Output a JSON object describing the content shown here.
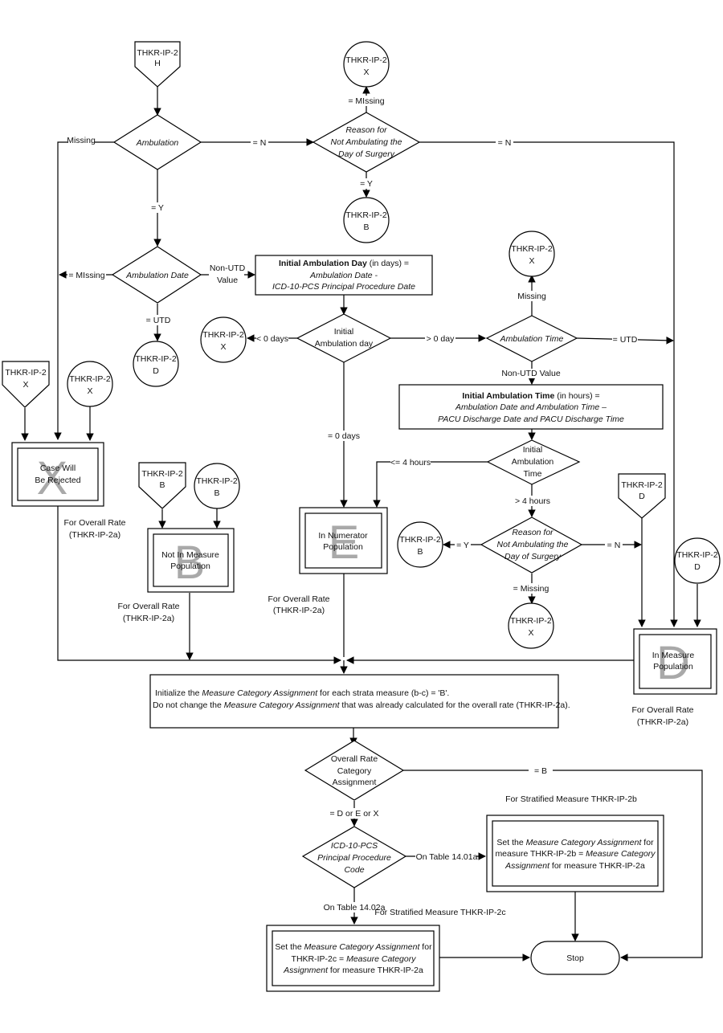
{
  "flowchart": {
    "connectors": {
      "start_H": {
        "line1": "THKR-IP-2",
        "line2": "H"
      },
      "top_X": {
        "line1": "THKR-IP-2",
        "line2": "X"
      },
      "top_B": {
        "line1": "THKR-IP-2",
        "line2": "B"
      },
      "ambdate_D": {
        "line1": "THKR-IP-2",
        "line2": "D"
      },
      "initday_X": {
        "line1": "THKR-IP-2",
        "line2": "X"
      },
      "ambtime_X": {
        "line1": "THKR-IP-2",
        "line2": "X"
      },
      "offpage_X": {
        "line1": "THKR-IP-2",
        "line2": "X"
      },
      "onpage_X": {
        "line1": "THKR-IP-2",
        "line2": "X"
      },
      "offpage_B": {
        "line1": "THKR-IP-2",
        "line2": "B"
      },
      "onpage_B": {
        "line1": "THKR-IP-2",
        "line2": "B"
      },
      "reason2_B": {
        "line1": "THKR-IP-2",
        "line2": "B"
      },
      "reason2_X": {
        "line1": "THKR-IP-2",
        "line2": "X"
      },
      "offpage_D": {
        "line1": "THKR-IP-2",
        "line2": "D"
      },
      "onpage_D": {
        "line1": "THKR-IP-2",
        "line2": "D"
      }
    },
    "decisions": {
      "ambulation": {
        "line1": "Ambulation"
      },
      "reason_top": {
        "line1": "Reason for",
        "line2": "Not Ambulating the",
        "line3": "Day of Surgery"
      },
      "ambulation_date": {
        "line1": "Ambulation Date"
      },
      "initial_day": {
        "line1": "Initial",
        "line2": "Ambulation day"
      },
      "ambulation_time": {
        "line1": "Ambulation Time"
      },
      "initial_time": {
        "line1": "Initial",
        "line2": "Ambulation",
        "line3": "Time"
      },
      "reason_bottom": {
        "line1": "Reason for",
        "line2": "Not Ambulating the",
        "line3": "Day of Surgery"
      },
      "overall_rate": {
        "line1": "Overall Rate",
        "line2": "Category",
        "line3": "Assignment"
      },
      "icd_code": {
        "line1": "ICD-10-PCS",
        "line2": "Principal Procedure",
        "line3": "Code"
      }
    },
    "processes": {
      "initial_day_calc": {
        "bold": "Initial Ambulation Day",
        "rest": " (in days) =",
        "line2": "Ambulation Date -",
        "line3": "ICD-10-PCS Principal Procedure Date"
      },
      "initial_time_calc": {
        "bold": "Initial Ambulation Time",
        "rest": " (in hours) =",
        "line2": "Ambulation Date and Ambulation Time  –",
        "line3": "PACU Discharge Date and PACU Discharge Time"
      },
      "initialize": {
        "l1a": "Initialize the ",
        "l1b": "Measure Category Assignment",
        "l1c": " for each strata measure (b-c) = 'B'.",
        "l2a": "Do not change the ",
        "l2b": "Measure Category Assignment",
        "l2c": " that was already calculated for the overall rate (THKR-IP-2a)."
      },
      "set_2b": {
        "l1a": "Set the ",
        "l1b": "Measure Category Assignment",
        "l1c": " for",
        "l2a": "measure THKR-IP-2b = ",
        "l2b": "Measure Category",
        "l3a": "Assignment",
        "l3b": " for measure  THKR-IP-2a"
      },
      "set_2c": {
        "l1a": "Set the ",
        "l1b": "Measure Category Assignment",
        "l1c": " for",
        "l2a": "THKR-IP-2c =  ",
        "l2b": "Measure Category",
        "l3a": "Assignment",
        "l3b": " for measure THKR-IP-2a"
      }
    },
    "outcomes": {
      "rejected": {
        "letter": "X",
        "line1": "Case Will",
        "line2": "Be Rejected"
      },
      "not_in_measure": {
        "letter": "B",
        "line1": "Not In Measure",
        "line2": "Population"
      },
      "numerator": {
        "letter": "E",
        "line1": "In Numerator",
        "line2": "Population"
      },
      "in_measure": {
        "letter": "D",
        "line1": "In Measure",
        "line2": "Population"
      }
    },
    "terminal": {
      "stop": "Stop"
    },
    "edge_labels": {
      "amb_missing": "Missing",
      "amb_n": "= N",
      "amb_y": "= Y",
      "reason_top_missing": "= MIssing",
      "reason_top_y": "= Y",
      "reason_top_n": "= N",
      "date_missing": "= MIssing",
      "date_nonutd_1": "Non-UTD",
      "date_nonutd_2": "Value",
      "date_utd": "= UTD",
      "day_lt0": "< 0 days",
      "day_gt0": "> 0 day",
      "day_eq0": "= 0 days",
      "time_missing": "Missing",
      "time_utd": "= UTD",
      "time_nonutd": "Non-UTD Value",
      "hours_le4": "<= 4 hours",
      "hours_gt4": "> 4 hours",
      "reason_bot_y": "= Y",
      "reason_bot_n": "= N",
      "reason_bot_missing": "= Missing",
      "overall_b": "= B",
      "overall_dex": "= D or  E or X",
      "table_1401": "On Table 14.01a",
      "table_1402": "On Table 14.02a"
    },
    "annotations": {
      "rate_x_1": "For Overall Rate",
      "rate_x_2": "(THKR-IP-2a)",
      "rate_b_1": "For Overall Rate",
      "rate_b_2": "(THKR-IP-2a)",
      "rate_e_1": "For Overall Rate",
      "rate_e_2": "(THKR-IP-2a)",
      "rate_d_1": "For Overall Rate",
      "rate_d_2": "(THKR-IP-2a)",
      "strat_2b": "For Stratified Measure THKR-IP-2b",
      "strat_2c": "For Stratified Measure THKR-IP-2c"
    }
  }
}
